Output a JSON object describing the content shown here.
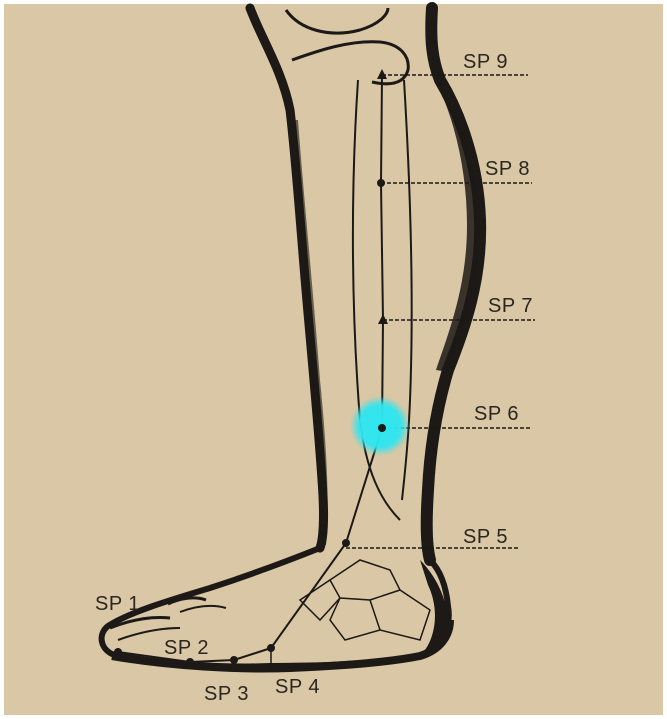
{
  "colors": {
    "background": "#d9c7a6",
    "ink": "#1c1916",
    "highlight": "#2ee6f0"
  },
  "highlighted_point": "SP 6",
  "points": {
    "sp1": "SP 1",
    "sp2": "SP 2",
    "sp3": "SP 3",
    "sp4": "SP 4",
    "sp5": "SP 5",
    "sp6": "SP 6",
    "sp7": "SP 7",
    "sp8": "SP 8",
    "sp9": "SP 9"
  }
}
